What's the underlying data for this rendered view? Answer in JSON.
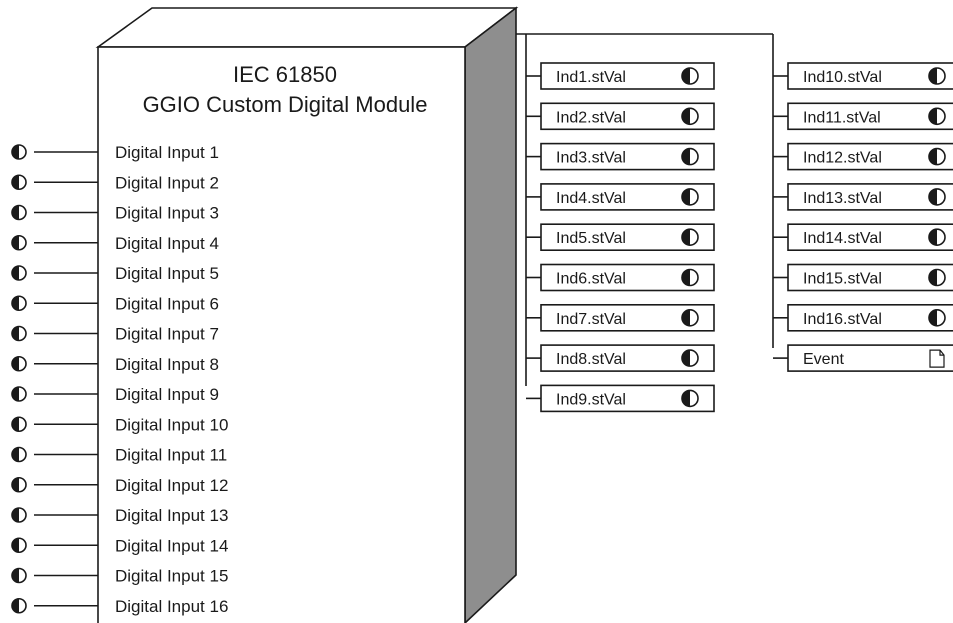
{
  "module": {
    "title_line1": "IEC 61850",
    "title_line2": "GGIO Custom Digital Module"
  },
  "inputs": [
    "Digital Input 1",
    "Digital Input 2",
    "Digital Input 3",
    "Digital Input 4",
    "Digital Input 5",
    "Digital Input 6",
    "Digital Input 7",
    "Digital Input 8",
    "Digital Input 9",
    "Digital Input 10",
    "Digital Input 11",
    "Digital Input 12",
    "Digital Input 13",
    "Digital Input 14",
    "Digital Input 15",
    "Digital Input 16"
  ],
  "outputs_col1": [
    "Ind1.stVal",
    "Ind2.stVal",
    "Ind3.stVal",
    "Ind4.stVal",
    "Ind5.stVal",
    "Ind6.stVal",
    "Ind7.stVal",
    "Ind8.stVal",
    "Ind9.stVal"
  ],
  "outputs_col2": [
    "Ind10.stVal",
    "Ind11.stVal",
    "Ind12.stVal",
    "Ind13.stVal",
    "Ind14.stVal",
    "Ind15.stVal",
    "Ind16.stVal"
  ],
  "event_label": "Event",
  "icons": {
    "input_icon": "half-filled-circle-icon",
    "output_icon": "half-filled-circle-icon",
    "event_icon": "document-icon"
  },
  "colors": {
    "line": "#1a1a1a",
    "box_face": "#ffffff",
    "box_side": "#8e8e8e"
  }
}
